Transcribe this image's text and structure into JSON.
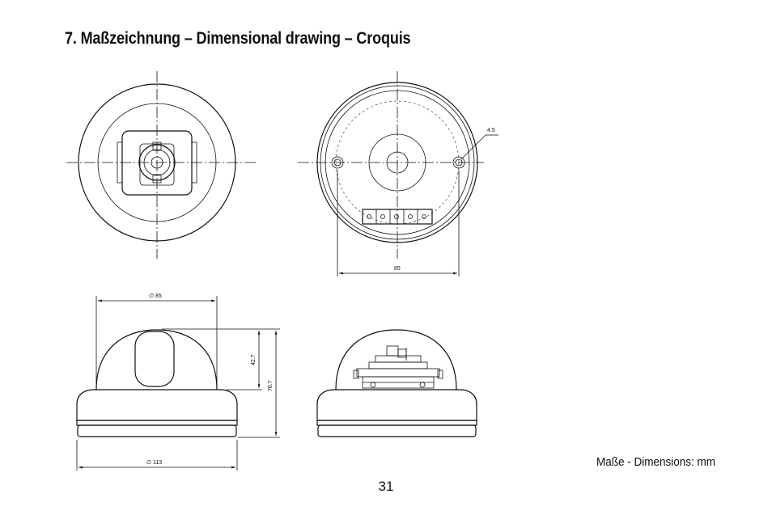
{
  "heading": "7.  Maßzeichnung – Dimensional drawing – Croquis",
  "dimensions": {
    "back_width": "85",
    "hole": "4.5",
    "dome_diameter": "∅ 85",
    "base_diameter": "∅ 113",
    "dome_height": "42.7",
    "total_height": "76.7"
  },
  "unit_note": "Maße - Dimensions: mm",
  "page_number": "31"
}
